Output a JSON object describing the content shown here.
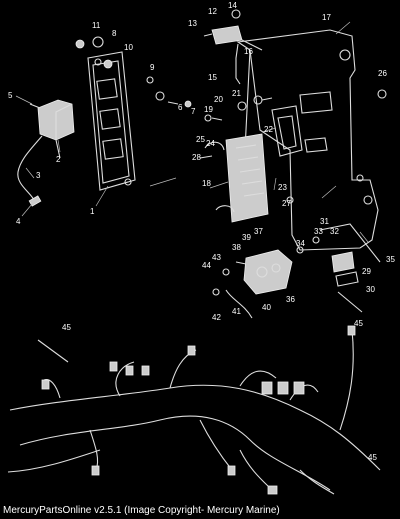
{
  "diagram": {
    "labels": [
      "1",
      "2",
      "3",
      "4",
      "5",
      "6",
      "7",
      "8",
      "9",
      "10",
      "11",
      "12",
      "13",
      "14",
      "15",
      "16",
      "17",
      "18",
      "19",
      "20",
      "21",
      "22",
      "23",
      "24",
      "25",
      "26",
      "27",
      "28",
      "29",
      "30",
      "31",
      "32",
      "33",
      "34",
      "35",
      "36",
      "37",
      "38",
      "39",
      "40",
      "41",
      "42",
      "43",
      "44",
      "45"
    ],
    "colors": {
      "background": "#000000",
      "lines": "#dddddd",
      "text": "#ffffff"
    }
  },
  "footer": {
    "caption": "MercuryPartsOnline v2.5.1 (Image Copyright- Mercury Marine)"
  }
}
